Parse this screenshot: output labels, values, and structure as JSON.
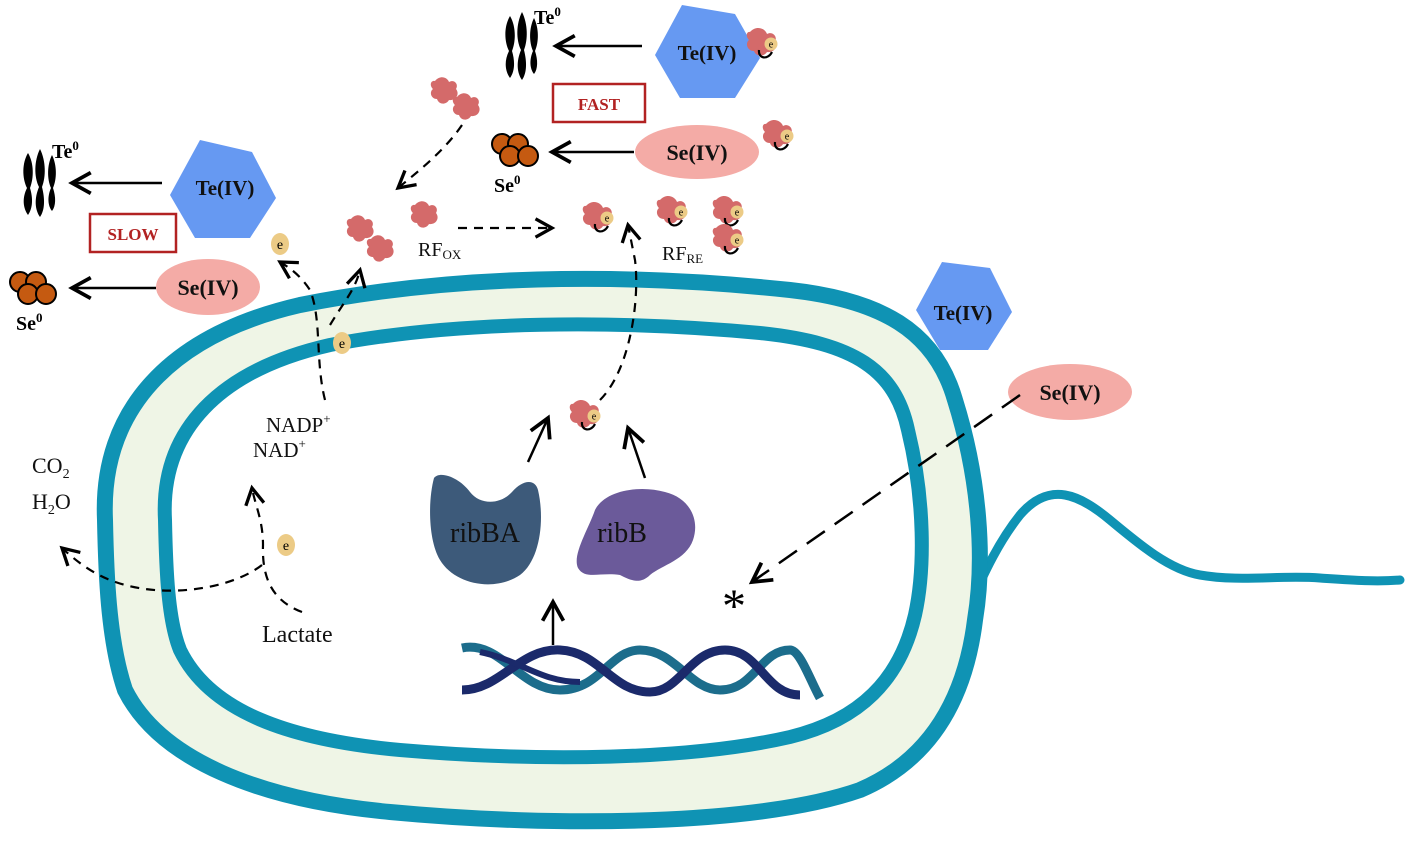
{
  "labels": {
    "te0": "Te",
    "te0_sup": "0",
    "se0": "Se",
    "se0_sup": "0",
    "te_iv": "Te(IV)",
    "se_iv": "Se(IV)",
    "fast": "FAST",
    "slow": "SLOW",
    "electron": "e",
    "rf_ox": "RF",
    "rf_ox_sub": "OX",
    "rf_re": "RF",
    "rf_re_sub": "RE",
    "nadp": "NADP",
    "nad": "NAD",
    "plus": "+",
    "co2": "CO",
    "h2o": "H",
    "two": "2",
    "o": "O",
    "lactate": "Lactate",
    "ribba": "ribBA",
    "ribb": "ribB",
    "asterisk": "*"
  },
  "colors": {
    "membrane": "#0f93b4",
    "periplasm": "#eff5e6",
    "te_hexagon": "#6699f2",
    "se_ellipse": "#f4aba6",
    "riboflavin": "#d46a6a",
    "electron": "#eccb86",
    "selenium_nano": "#c55a11",
    "ribba": "#3d5a7a",
    "ribb": "#6b5a9a",
    "dna_dark": "#1b2a6b",
    "dna_light": "#1c6d8c",
    "rate_box": "#b22222"
  }
}
